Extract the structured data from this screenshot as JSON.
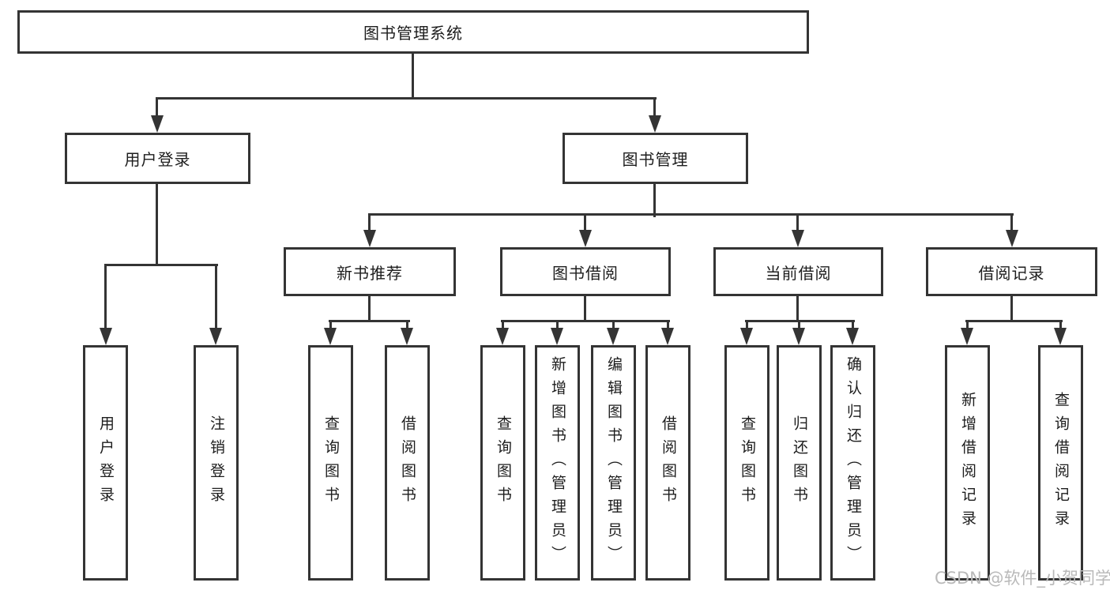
{
  "diagram": {
    "type": "hierarchy-tree",
    "root": {
      "label": "图书管理系统"
    },
    "branches": [
      {
        "label": "用户登录",
        "children": [
          "用户登录",
          "注销登录"
        ]
      },
      {
        "label": "图书管理",
        "children": [
          {
            "label": "新书推荐",
            "children": [
              "查询图书",
              "借阅图书"
            ]
          },
          {
            "label": "图书借阅",
            "children": [
              "查询图书",
              "新增图书（管理员）",
              "编辑图书（管理员）",
              "借阅图书"
            ]
          },
          {
            "label": "当前借阅",
            "children": [
              "查询图书",
              "归还图书",
              "确认归还（管理员）"
            ]
          },
          {
            "label": "借阅记录",
            "children": [
              "新增借阅记录",
              "查询借阅记录"
            ]
          }
        ]
      }
    ],
    "colors": {
      "line": "#343434",
      "text": "#1d1d1d",
      "box_background": "#ffffff"
    }
  },
  "watermark": {
    "text": "CSDN @软件_小贺同学",
    "color": "#b9b9b9"
  }
}
